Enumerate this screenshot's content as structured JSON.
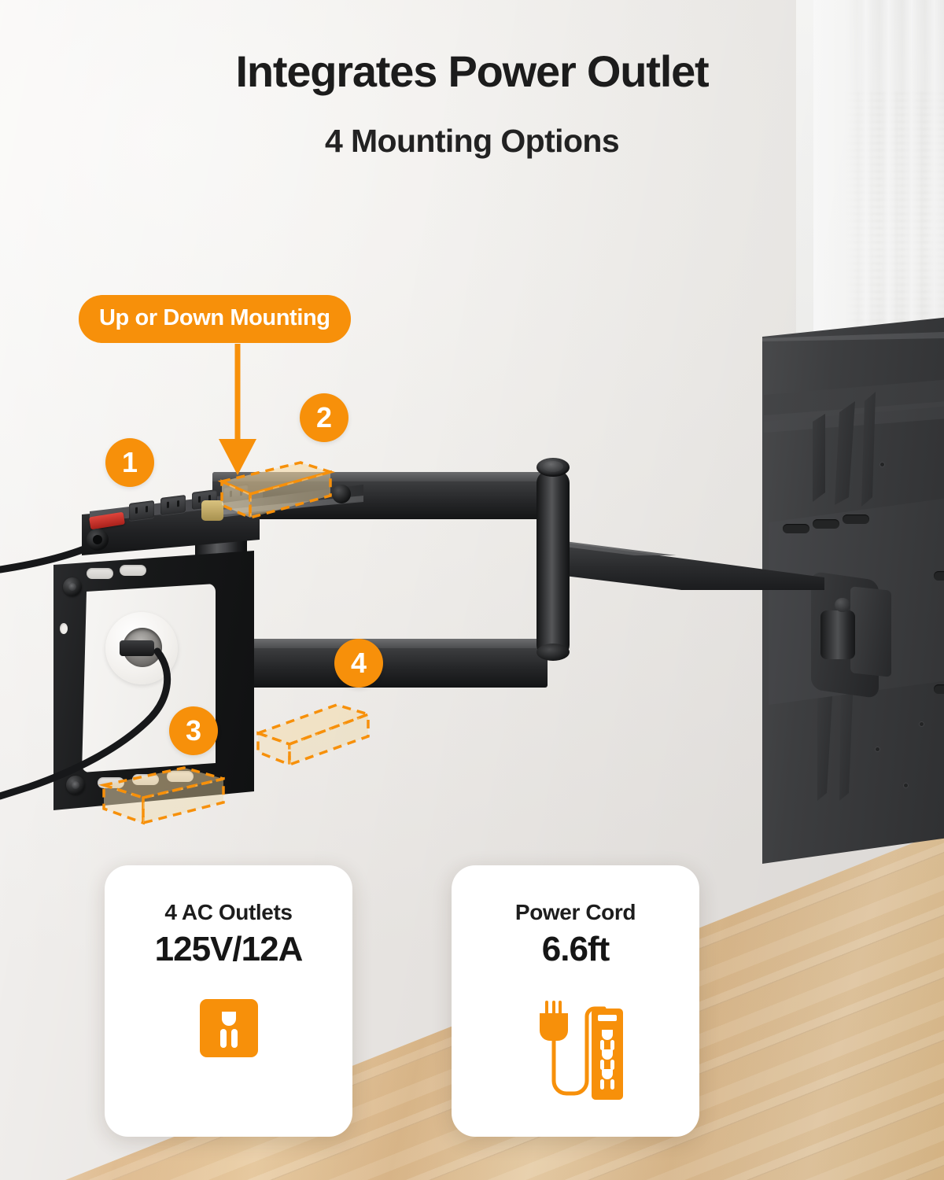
{
  "headline": "Integrates Power Outlet",
  "subheadline": "4 Mounting Options",
  "annotation": {
    "pill_label": "Up or Down Mounting",
    "badges": [
      {
        "number": "1"
      },
      {
        "number": "2"
      },
      {
        "number": "3"
      },
      {
        "number": "4"
      }
    ]
  },
  "cards": [
    {
      "title": "4 AC Outlets",
      "value": "125V/12A",
      "icon": "ac-outlet-icon"
    },
    {
      "title": "Power Cord",
      "value": "6.6ft",
      "icon": "power-cord-strip-icon"
    }
  ],
  "colors": {
    "accent_orange": "#F7900A",
    "title_black": "#1C1C1C",
    "card_white": "#FFFFFF",
    "wall_gray": "#F2F0EE",
    "floor_wood": "#E2BE8F",
    "hardware_black": "#1A1B1D"
  },
  "scene": {
    "product": "full-motion-tv-wall-mount-with-power-outlet",
    "elements": [
      "wall-plate",
      "power-strip",
      "wall-outlet",
      "articulating-arm",
      "pivot-joint",
      "tv-back-panel",
      "wood-floor",
      "window-with-sheer-curtain"
    ]
  }
}
